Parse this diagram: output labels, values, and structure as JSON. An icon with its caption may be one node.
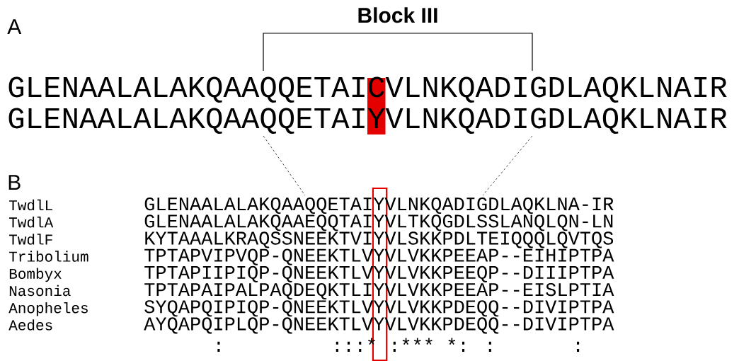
{
  "diagram": {
    "labels": [
      "A",
      "Block III",
      "GLENAALALAKQAAQQETAICVLNKQADIGDLAQKLNAIR",
      "GLENAALALAKQAAQQETAIYVLNKQADIGDLAQKLNAIR",
      "B",
      "TwdlL",
      "GLENAALALAKQAAQQETAIYVLNKQADIGDLAQKLNA-IR",
      "TwdlA",
      "GLENAALALAKQAAEQQTAIYVLTKQGDLSSLANQLQN-LN",
      "TwdlF",
      "KYTAAALKRAQSSNEEKTVIYVLSKKPDLTEIQQQLQVTQS",
      "Tribolium",
      "TPTAPVIPVQP-QNEEKTLVYVLVKKPEEAP--EIHIPTPA",
      "Bombyx",
      "TPTAPIIPIQP-QNEEKTLVYVLVKKPEEQP--DIIIPTPA",
      "Nasonia",
      "TPTAPAIPALPAQDEQKTLIYVLVKKPEEAP--EISLPTIA",
      "Anopheles",
      "SYQAPQIPIQP-QNEEKTLVYVLVKKPDEQQ--DIVIPTPA",
      "Aedes",
      "AYQAPQIPLQP-QNEEKTLVYVLVKKPDEQQ--DIVIPTPA",
      ":       :::* :*** *: :     :"
    ]
  }
}
